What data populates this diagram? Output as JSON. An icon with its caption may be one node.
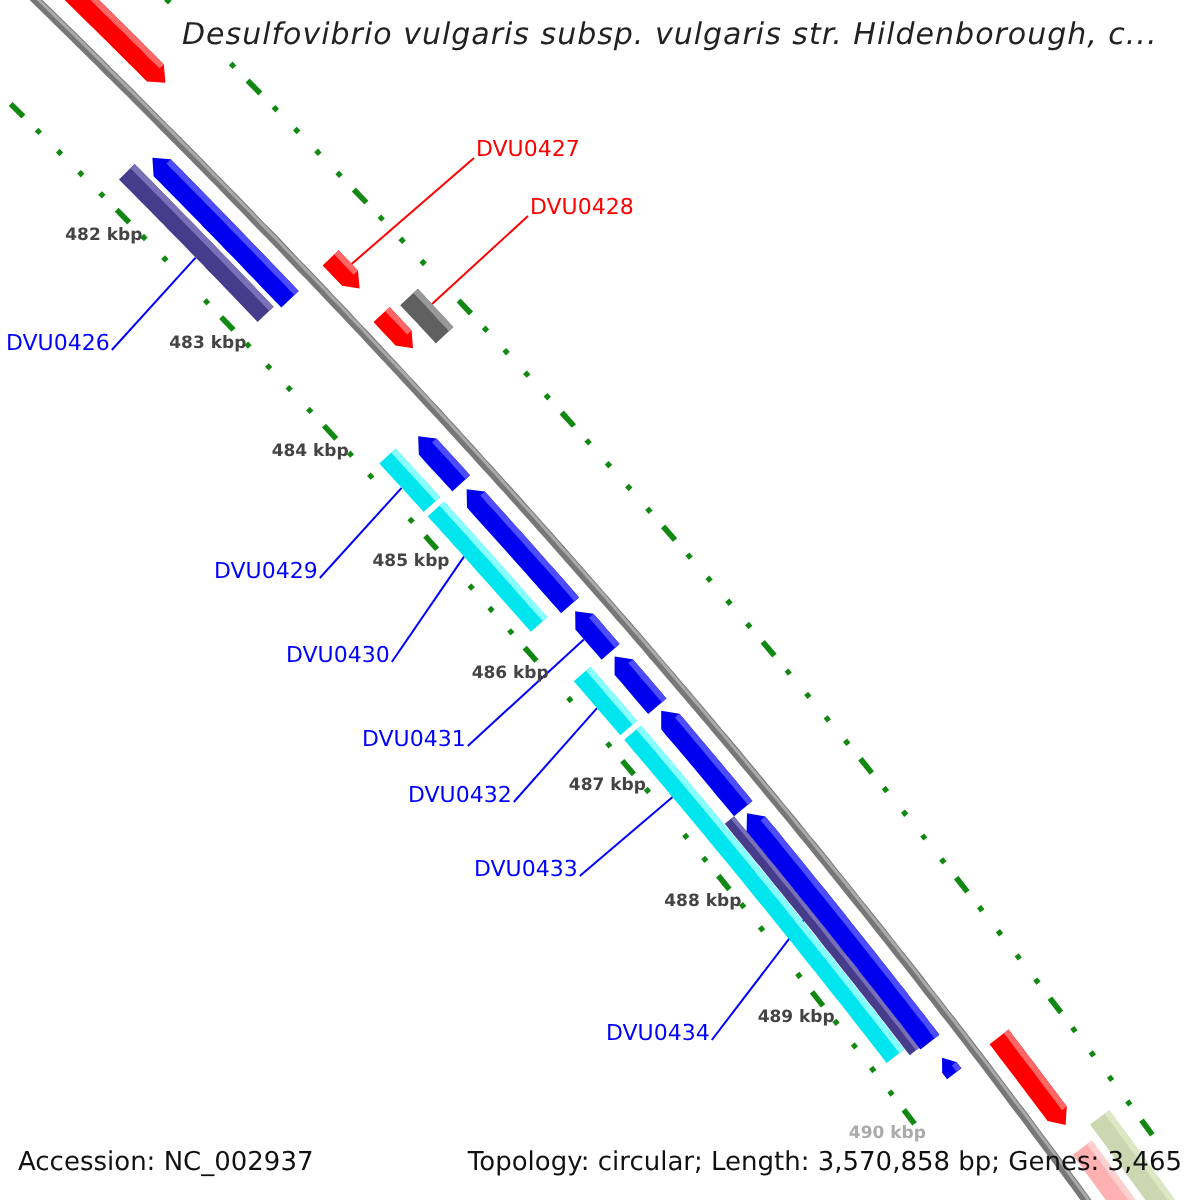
{
  "diagram": {
    "title": "Desulfovibrio vulgaris subsp. vulgaris str. Hildenborough, c...",
    "nodes": [
      {
        "text": [
          "DVU0427"
        ]
      },
      {
        "text": [
          "DVU0428"
        ]
      },
      {
        "text": [
          "DVU0426"
        ]
      },
      {
        "text": [
          "DVU0429"
        ]
      },
      {
        "text": [
          "DVU0430"
        ]
      },
      {
        "text": [
          "DVU0431"
        ]
      },
      {
        "text": [
          "DVU0432"
        ]
      },
      {
        "text": [
          "DVU0433"
        ]
      },
      {
        "text": [
          "DVU0434"
        ]
      },
      {
        "text": [],
        "shape": "pentagon"
      },
      {
        "text": [],
        "shape": "pentagon"
      },
      {
        "text": [],
        "shape": "bar"
      },
      {
        "text": [],
        "shape": "pentagon"
      },
      {
        "text": [],
        "shape": "bar"
      },
      {
        "text": [],
        "shape": "pentagon"
      },
      {
        "text": [],
        "shape": "pentagon"
      },
      {
        "text": [],
        "shape": "bar"
      },
      {
        "text": [],
        "shape": "pentagon"
      },
      {
        "text": [],
        "shape": "bar"
      },
      {
        "text": [],
        "shape": "pentagon"
      },
      {
        "text": [],
        "shape": "bar"
      },
      {
        "text": [],
        "shape": "pentagon"
      },
      {
        "text": [],
        "shape": "pentagon"
      },
      {
        "text": [],
        "shape": "bar"
      },
      {
        "text": [],
        "shape": "bar"
      },
      {
        "text": [],
        "shape": "pentagon"
      },
      {
        "text": [],
        "shape": "pentagon"
      },
      {
        "text": [],
        "shape": "pentagon"
      },
      {
        "text": [],
        "shape": "pentagon"
      },
      {
        "text": [],
        "shape": "bar"
      }
    ],
    "edges": [
      {
        "from": 0,
        "to": 12,
        "arrow": "none",
        "color": "#ff0000"
      },
      {
        "from": 1,
        "to": 13,
        "arrow": "none",
        "color": "#ff0000"
      },
      {
        "from": 2,
        "to": 11,
        "arrow": "none"
      },
      {
        "from": 3,
        "to": 16,
        "arrow": "none"
      },
      {
        "from": 4,
        "to": 18,
        "arrow": "none"
      },
      {
        "from": 5,
        "to": 19,
        "arrow": "none"
      },
      {
        "from": 6,
        "to": 20,
        "arrow": "none"
      },
      {
        "from": 7,
        "to": 23,
        "arrow": "none"
      },
      {
        "from": 8,
        "to": 24,
        "arrow": "none"
      }
    ],
    "labels": [
      "482 kbp",
      "483 kbp",
      "484 kbp",
      "485 kbp",
      "486 kbp",
      "487 kbp",
      "488 kbp",
      "489 kbp",
      "490 kbp",
      "Accession: NC_002937",
      "Topology: circular; Length: 3,570,858 bp; Genes: 3,465"
    ]
  }
}
